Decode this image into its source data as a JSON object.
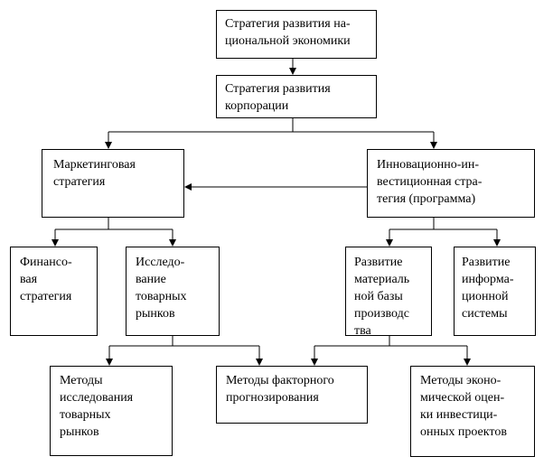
{
  "diagram": {
    "nodes": [
      {
        "id": "n1",
        "text": "Стратегия развития на-\nциональной экономики"
      },
      {
        "id": "n2",
        "text": "Стратегия развития\nкорпорации"
      },
      {
        "id": "n3",
        "text": "Маркетинговая\nстратегия"
      },
      {
        "id": "n4",
        "text": "Инновационно-ин-\nвестиционная стра-\nтегия (программа)"
      },
      {
        "id": "n5",
        "text": "Финансо-\nвая\nстратегия"
      },
      {
        "id": "n6",
        "text": "Исследо-\nвание\nтоварных\nрынков"
      },
      {
        "id": "n7",
        "text": "Развитие\nматериаль\nной базы\nпроизводс\nтва"
      },
      {
        "id": "n8",
        "text": "Развитие\nинформа-\nционной\nсистемы"
      },
      {
        "id": "n9",
        "text": "Методы\nисследования\nтоварных\nрынков"
      },
      {
        "id": "n10",
        "text": "Методы факторного\nпрогнозирования"
      },
      {
        "id": "n11",
        "text": "Методы эконо-\nмической оцен-\nки инвестици-\nонных проектов"
      }
    ],
    "edges": [
      {
        "from": "n1",
        "to": "n2"
      },
      {
        "from": "n2",
        "to": "n3"
      },
      {
        "from": "n2",
        "to": "n4"
      },
      {
        "from": "n4",
        "to": "n3"
      },
      {
        "from": "n3",
        "to": "n5"
      },
      {
        "from": "n3",
        "to": "n6"
      },
      {
        "from": "n4",
        "to": "n7"
      },
      {
        "from": "n4",
        "to": "n8"
      },
      {
        "from": "n6",
        "to": "n9"
      },
      {
        "from": "n6",
        "to": "n10"
      },
      {
        "from": "n7",
        "to": "n10"
      },
      {
        "from": "n7",
        "to": "n11"
      }
    ],
    "colors": {
      "stroke": "#000000",
      "fill": "#ffffff"
    }
  }
}
